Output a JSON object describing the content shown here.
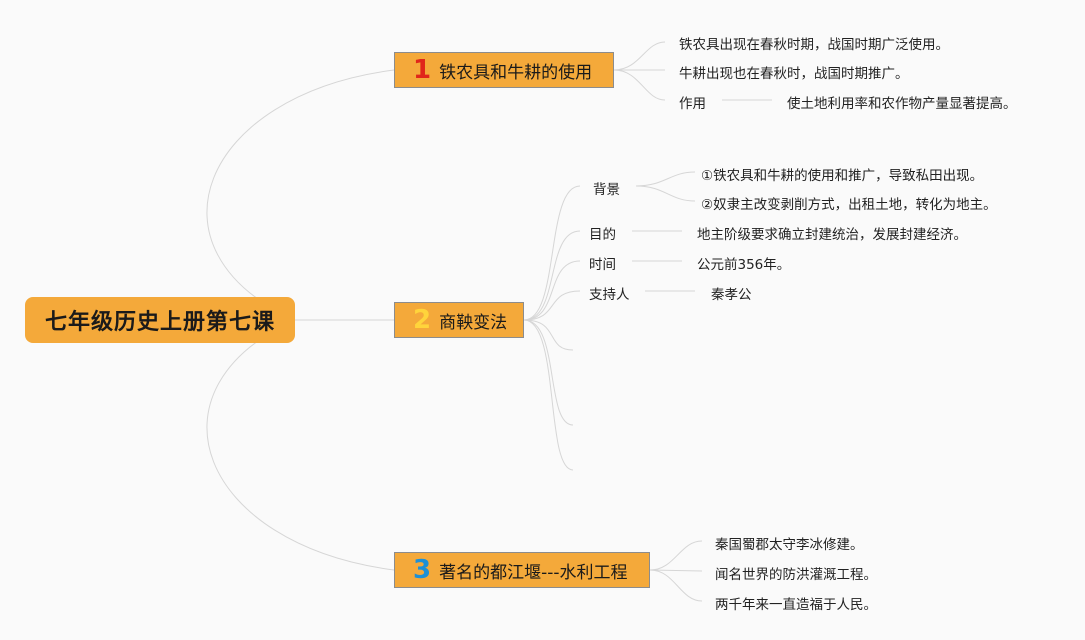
{
  "root": {
    "title": "七年级历史上册第七课"
  },
  "branch1": {
    "num": "1",
    "num_color": "#e0261a",
    "label": "铁农具和牛耕的使用",
    "leaves": [
      "铁农具出现在春秋时期，战国时期广泛使用。",
      "牛耕出现也在春秋时，战国时期推广。"
    ],
    "effect_label": "作用",
    "effect_text": "使土地利用率和农作物产量显著提高。"
  },
  "branch2": {
    "num": "2",
    "num_color": "#ffd43b",
    "label": "商鞅变法",
    "background_label": "背景",
    "background_items": [
      "①铁农具和牛耕的使用和推广，导致私田出现。",
      "②奴隶主改变剥削方式，出租土地，转化为地主。"
    ],
    "purpose_label": "目的",
    "purpose_text": "地主阶级要求确立封建统治，发展封建经济。",
    "time_label": "时间",
    "time_text": "公元前356年。",
    "supporter_label": "支持人",
    "supporter_text": "秦孝公"
  },
  "branch3": {
    "num": "3",
    "num_color": "#1e90d6",
    "label": "著名的都江堰---水利工程",
    "leaves": [
      "秦国蜀郡太守李冰修建。",
      "闻名世界的防洪灌溉工程。",
      "两千年来一直造福于人民。"
    ]
  },
  "colors": {
    "node_fill": "#f4a93a",
    "line": "#d6d6d6",
    "background": "#fafafa"
  }
}
